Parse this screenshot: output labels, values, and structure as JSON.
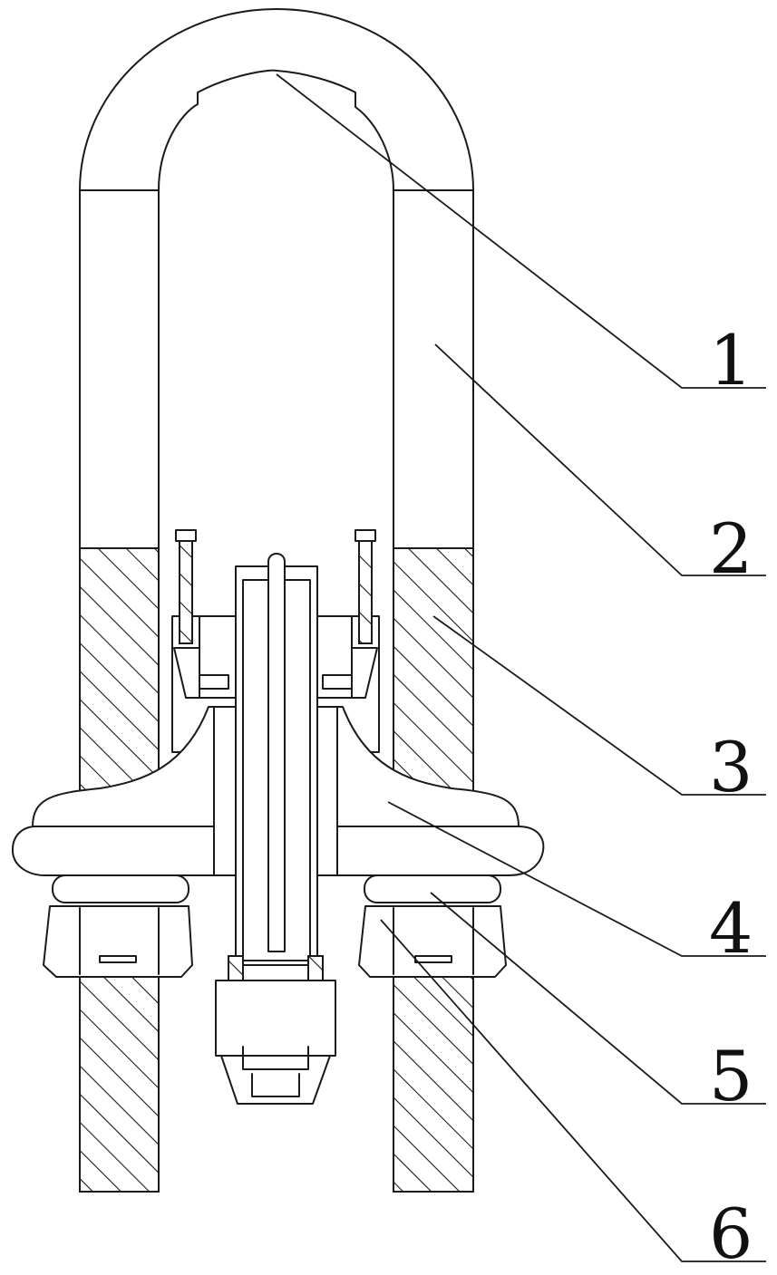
{
  "diagram": {
    "callouts": [
      {
        "number": "1",
        "part": "u-bolt-arch"
      },
      {
        "number": "2",
        "part": "u-bolt-leg"
      },
      {
        "number": "3",
        "part": "threaded-section"
      },
      {
        "number": "4",
        "part": "clamp-body"
      },
      {
        "number": "5",
        "part": "washer"
      },
      {
        "number": "6",
        "part": "hex-nut"
      }
    ],
    "colors": {
      "line": "#1a1a1a",
      "background": "#ffffff"
    }
  }
}
